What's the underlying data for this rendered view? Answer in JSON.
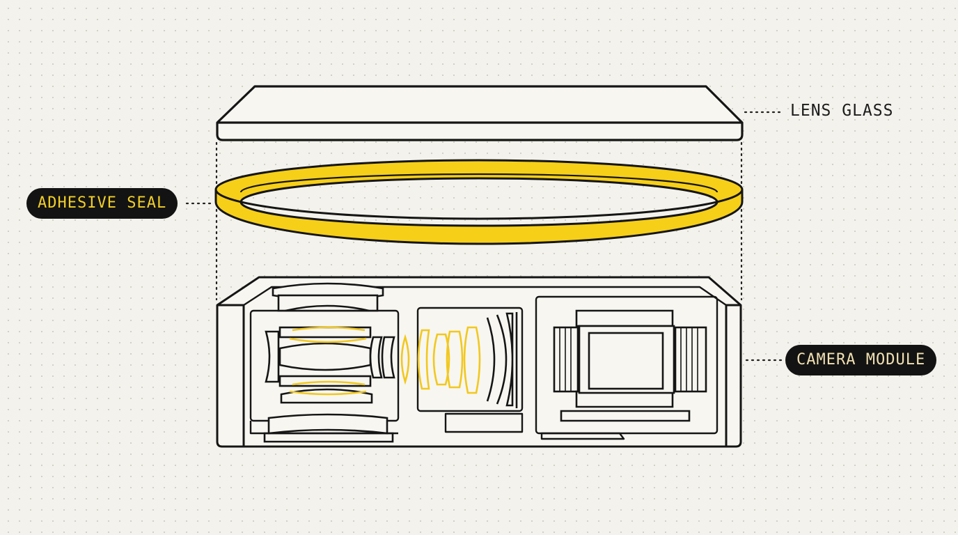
{
  "labels": {
    "lens_glass": "LENS GLASS",
    "adhesive_seal": "ADHESIVE SEAL",
    "camera_module": "CAMERA MODULE"
  },
  "colors": {
    "ink": "#131313",
    "seal_yellow": "#f6cf18",
    "seal_label": "#f2cf27",
    "camera_label": "#f1e0b2",
    "paper": "#f3f2ec"
  }
}
